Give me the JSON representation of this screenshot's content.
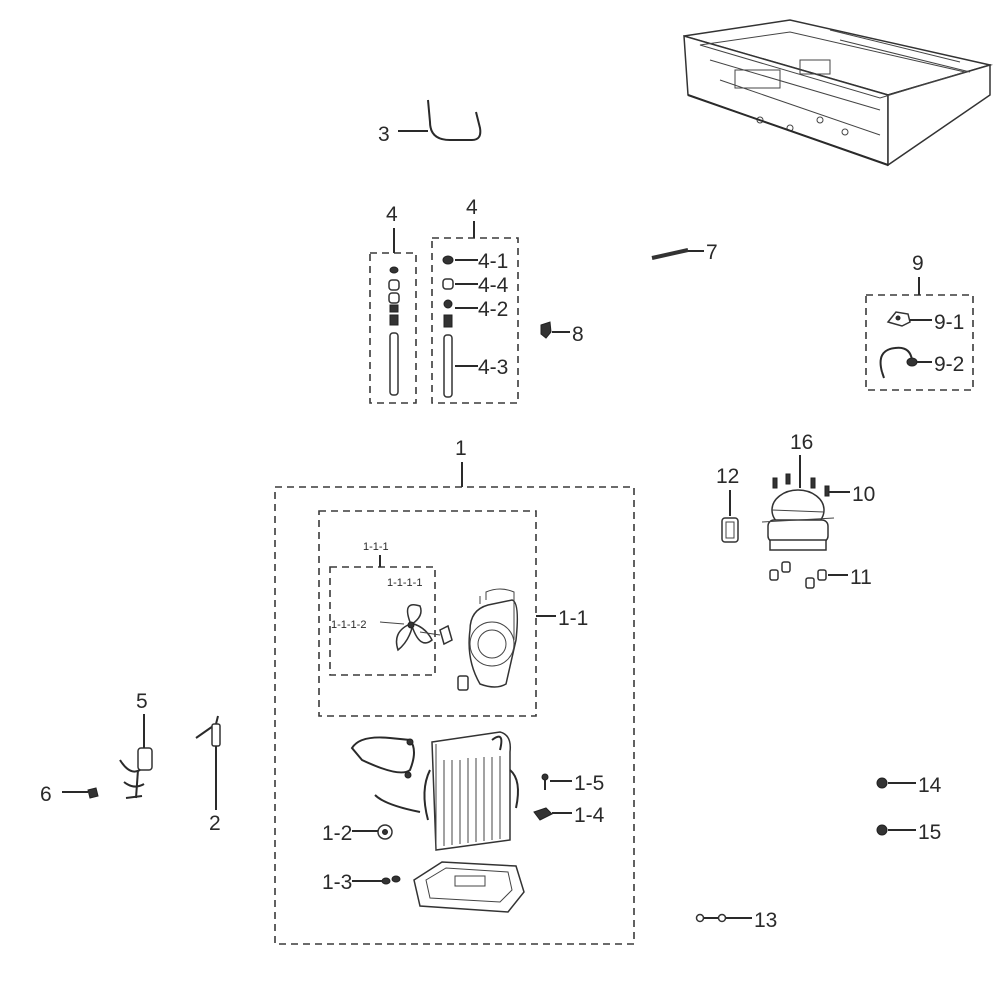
{
  "labels": {
    "l1": "1",
    "l1_1": "1-1",
    "l1_1_1": "1-1-1",
    "l1_1_1_1": "1-1-1-1",
    "l1_1_1_2": "1-1-1-2",
    "l1_2": "1-2",
    "l1_3": "1-3",
    "l1_4": "1-4",
    "l1_5": "1-5",
    "l2": "2",
    "l3": "3",
    "l4a": "4",
    "l4b": "4",
    "l4_1": "4-1",
    "l4_2": "4-2",
    "l4_3": "4-3",
    "l4_4": "4-4",
    "l5": "5",
    "l6": "6",
    "l7": "7",
    "l8": "8",
    "l9": "9",
    "l9_1": "9-1",
    "l9_2": "9-2",
    "l10": "10",
    "l11": "11",
    "l12": "12",
    "l13": "13",
    "l14": "14",
    "l15": "15",
    "l16": "16"
  }
}
